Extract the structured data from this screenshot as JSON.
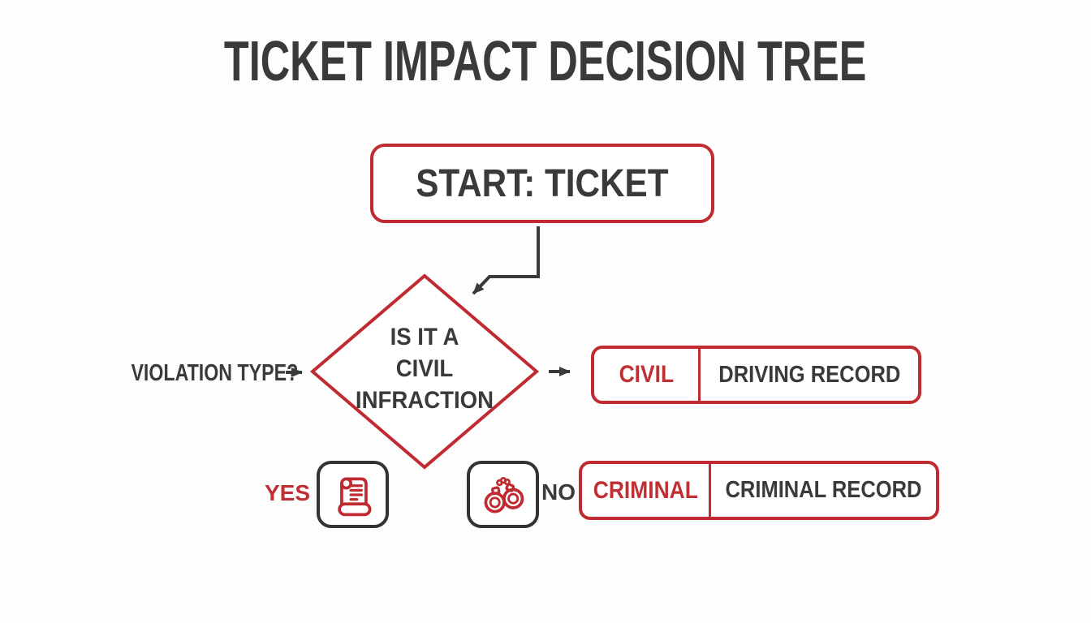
{
  "title": "TICKET IMPACT DECISION TREE",
  "colors": {
    "accent_red": "#bf2b30",
    "text_dark": "#3a3a3a",
    "background": "#fdfdfd",
    "icon_frame_dark": "#333333"
  },
  "nodes": {
    "start": {
      "label": "START: TICKET"
    },
    "decision": {
      "line1": "IS IT A",
      "line2": "CIVIL",
      "line3": "INFRACTION"
    },
    "question": {
      "label": "VIOLATION TYPE?"
    },
    "civil_outcome": {
      "tag": "CIVIL",
      "result": "DRIVING RECORD"
    },
    "criminal_outcome": {
      "tag": "CRIMINAL",
      "result": "CRIMINAL RECORD"
    }
  },
  "branches": {
    "yes": "YES",
    "no": "NO"
  },
  "icons": {
    "yes_branch": "scroll-document-icon",
    "no_branch": "handcuffs-icon"
  }
}
